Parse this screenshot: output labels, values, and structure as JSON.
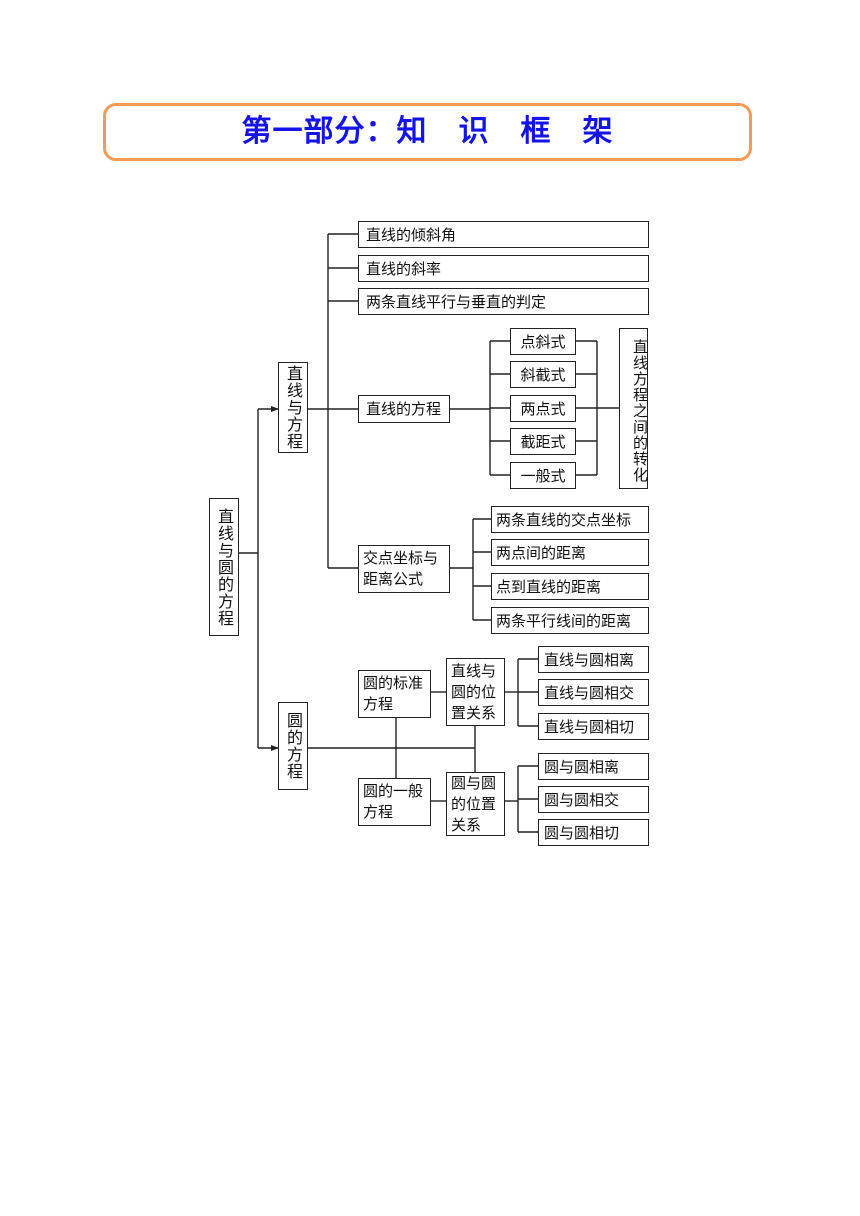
{
  "title": "第一部分：知　识　框　架",
  "colors": {
    "title_text": "#1414e8",
    "title_border": "#f39a57",
    "line": "#222222"
  },
  "diagram": {
    "root": "直线与圆的方程",
    "line_branch": {
      "label": "直线与方程",
      "inclination": "直线的倾斜角",
      "slope": "直线的斜率",
      "parallel_perpendicular": "两条直线平行与垂直的判定",
      "equation": {
        "label": "直线的方程",
        "forms": [
          "点斜式",
          "斜截式",
          "两点式",
          "截距式",
          "一般式"
        ],
        "conversion": "直线方程之间的转化"
      },
      "intersection_distance": {
        "label": "交点坐标与距离公式",
        "items": [
          "两条直线的交点坐标",
          "两点间的距离",
          "点到直线的距离",
          "两条平行线间的距离"
        ]
      }
    },
    "circle_branch": {
      "label": "圆的方程",
      "standard_equation": "圆的标准方程",
      "general_equation": "圆的一般方程",
      "line_circle": {
        "label": "直线与圆的位置关系",
        "items": [
          "直线与圆相离",
          "直线与圆相交",
          "直线与圆相切"
        ]
      },
      "circle_circle": {
        "label": "圆与圆的位置关系",
        "items": [
          "圆与圆相离",
          "圆与圆相交",
          "圆与圆相切"
        ]
      }
    }
  }
}
